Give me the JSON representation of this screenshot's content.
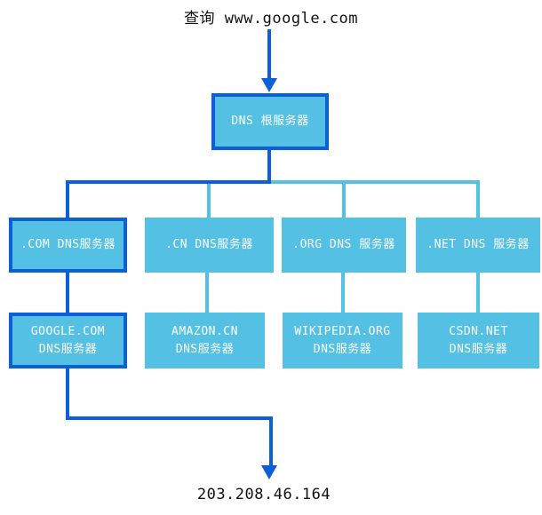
{
  "query_label": "查询 www.google.com",
  "result_ip": "203.208.46.164",
  "colors": {
    "highlight": "#0b5fd9",
    "light": "#54c0e4",
    "node_fill": "#54c0e4",
    "node_text": "#ffffff",
    "label_text": "#111111"
  },
  "root": {
    "label": "DNS 根服务器",
    "highlighted": true
  },
  "tlds": [
    {
      "label": ".COM DNS服务器",
      "highlighted": true,
      "child": {
        "line1": "GOOGLE.COM",
        "line2": "DNS服务器",
        "highlighted": true
      }
    },
    {
      "label": ".CN DNS服务器",
      "highlighted": false,
      "child": {
        "line1": "AMAZON.CN",
        "line2": "DNS服务器",
        "highlighted": false
      }
    },
    {
      "label": ".ORG DNS 服务器",
      "highlighted": false,
      "child": {
        "line1": "WIKIPEDIA.ORG",
        "line2": "DNS服务器",
        "highlighted": false
      }
    },
    {
      "label": ".NET DNS 服务器",
      "highlighted": false,
      "child": {
        "line1": "CSDN.NET",
        "line2": "DNS服务器",
        "highlighted": false
      }
    }
  ]
}
